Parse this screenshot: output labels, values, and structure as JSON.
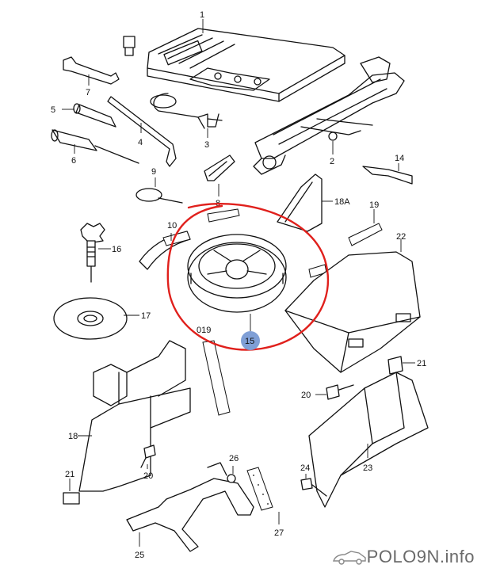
{
  "diagram": {
    "labels": {
      "p1": "1",
      "p2": "2",
      "p3": "3",
      "p4": "4",
      "p5": "5",
      "p6": "6",
      "p7": "7",
      "p8": "8",
      "p9": "9",
      "p10": "10",
      "p14": "14",
      "p15": "15",
      "p16": "16",
      "p17": "17",
      "p18": "18",
      "p18a": "18A",
      "p19": "19",
      "p20a": "20",
      "p20b": "20",
      "p21a": "21",
      "p21b": "21",
      "p22": "22",
      "p23": "23",
      "p24": "24",
      "p25": "25",
      "p26": "26",
      "p27": "27",
      "p019": "019"
    },
    "highlight_color": "#e0201c",
    "badge_color": "#7f9fd6"
  },
  "watermark": {
    "text": "POLO9N.info"
  }
}
